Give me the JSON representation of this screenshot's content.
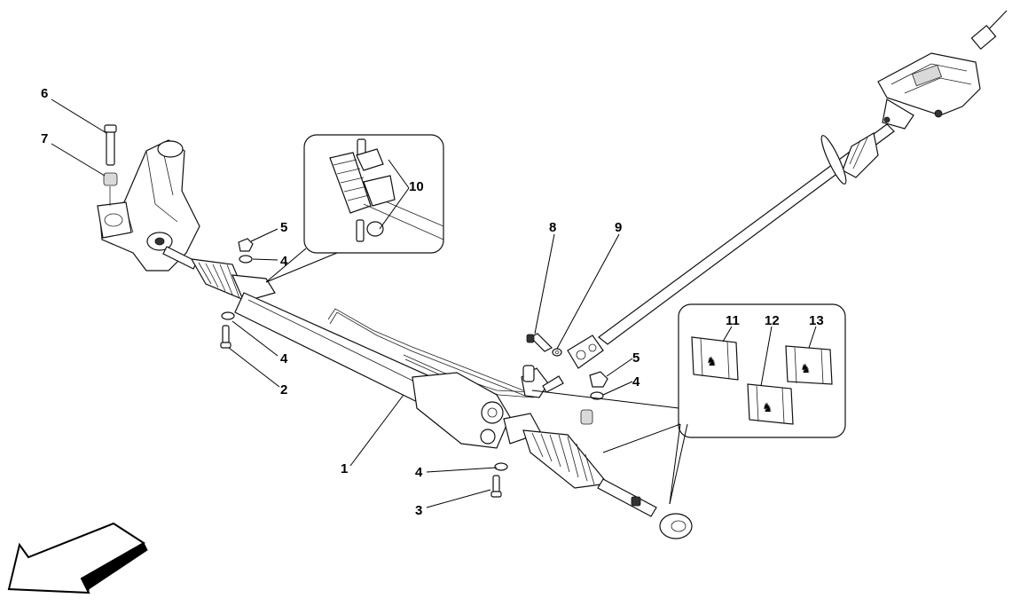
{
  "callouts": {
    "c1": "1",
    "c2": "2",
    "c3": "3",
    "c4a": "4",
    "c4b": "4",
    "c4c": "4",
    "c4d": "4",
    "c5a": "5",
    "c5b": "5",
    "c6": "6",
    "c7": "7",
    "c8": "8",
    "c9": "9",
    "c10": "10",
    "c11": "11",
    "c12": "12",
    "c13": "13"
  },
  "colors": {
    "line": "#000000",
    "shade": "#d9d9d9",
    "background": "#ffffff"
  },
  "icons": {
    "direction_arrow": "front-direction-arrow-icon",
    "emblem": "prancing-horse-emblem-icon"
  }
}
